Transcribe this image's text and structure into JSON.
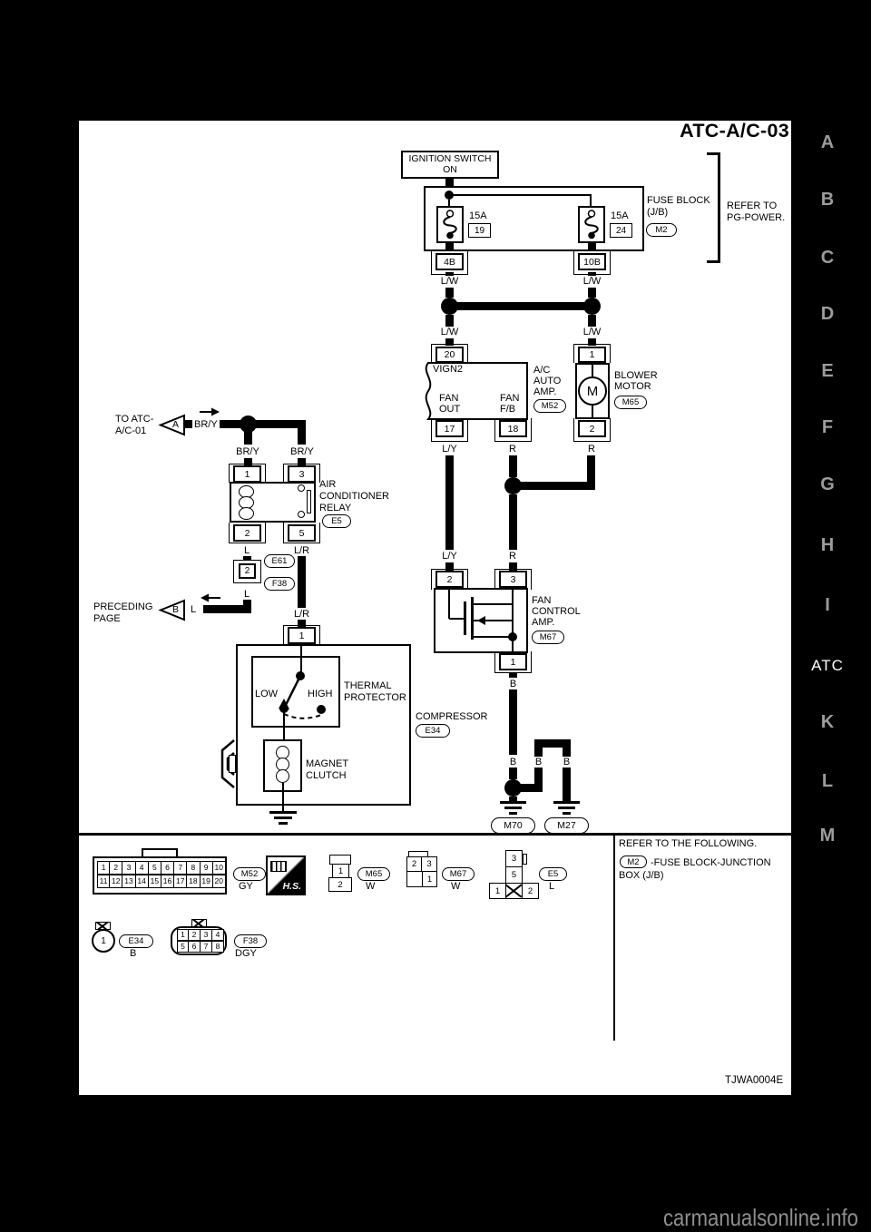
{
  "title": "ATC-A/C-03",
  "page": {
    "code": "TJWA0004E",
    "watermark": "carmanualsonline.info"
  },
  "sidebar": {
    "letters_above": [
      "A",
      "B",
      "C",
      "D",
      "E",
      "F",
      "G",
      "H",
      "I"
    ],
    "current": "ATC",
    "letters_below": [
      "K",
      "L",
      "M"
    ]
  },
  "wires": {
    "lw": "L/W",
    "ly": "L/Y",
    "lr": "L/R",
    "bry": "BR/Y",
    "r": "R",
    "l": "L",
    "b": "B"
  },
  "conn": {
    "c4b": "4B",
    "c10b": "10B",
    "c20": "20",
    "c1": "1",
    "c2": "2",
    "c3": "3",
    "c5": "5",
    "c17": "17",
    "c18": "18"
  },
  "power": {
    "ignition1": "IGNITION SWITCH",
    "ignition2": "ON",
    "fuse_block": "FUSE BLOCK",
    "jb": "(J/B)",
    "m2": "M2",
    "fuse1_amp": "15A",
    "fuse1_num": "19",
    "fuse2_amp": "15A",
    "fuse2_num": "24",
    "refer1": "REFER TO",
    "refer2": "PG-POWER."
  },
  "ac_amp": {
    "vign2": "VIGN2",
    "fan": "FAN",
    "out": "OUT",
    "fb": "F/B",
    "name1": "A/C",
    "name2": "AUTO",
    "name3": "AMP.",
    "id": "M52"
  },
  "blower": {
    "m": "M",
    "name1": "BLOWER",
    "name2": "MOTOR",
    "id": "M65"
  },
  "fan_amp": {
    "name1": "FAN",
    "name2": "CONTROL",
    "name3": "AMP.",
    "id": "M67"
  },
  "relay": {
    "to1": "TO ATC-",
    "to2": "A/C-01",
    "tri_a": "A",
    "name1": "AIR",
    "name2": "CONDITIONER",
    "name3": "RELAY",
    "id": "E5",
    "e61": "E61",
    "f38": "F38",
    "preceding1": "PRECEDING",
    "preceding2": "PAGE",
    "tri_b": "B"
  },
  "compressor": {
    "thermal1": "THERMAL",
    "thermal2": "PROTECTOR",
    "low": "LOW",
    "high": "HIGH",
    "clutch1": "MAGNET",
    "clutch2": "CLUTCH",
    "name": "COMPRESSOR",
    "id": "E34"
  },
  "grounds": {
    "g1": "M70",
    "g2": "M27"
  },
  "legend": {
    "m52": {
      "pins_top": [
        "1",
        "2",
        "3",
        "4",
        "5",
        "6",
        "7",
        "8",
        "9",
        "10"
      ],
      "pins_bottom": [
        "11",
        "12",
        "13",
        "14",
        "15",
        "16",
        "17",
        "18",
        "19",
        "20"
      ],
      "id": "M52",
      "color": "GY"
    },
    "hs": "H.S.",
    "m65": {
      "p1": "1",
      "p2": "2",
      "id": "M65",
      "color": "W"
    },
    "m67": {
      "p2": "2",
      "p3": "3",
      "p1": "1",
      "id": "M67",
      "color": "W"
    },
    "e5": {
      "p3": "3",
      "p5": "5",
      "p1": "1",
      "p2": "2",
      "id": "E5",
      "color": "L"
    },
    "e34": {
      "p1": "1",
      "id": "E34",
      "color": "B"
    },
    "f38": {
      "pins_top": [
        "1",
        "2",
        "3",
        "4"
      ],
      "pins_bottom": [
        "5",
        "6",
        "7",
        "8"
      ],
      "id": "F38",
      "color": "DGY"
    },
    "refer": {
      "line1": "REFER TO THE FOLLOWING.",
      "m2": "M2",
      "line2": "-FUSE BLOCK-JUNCTION",
      "line3": "BOX (J/B)"
    }
  }
}
